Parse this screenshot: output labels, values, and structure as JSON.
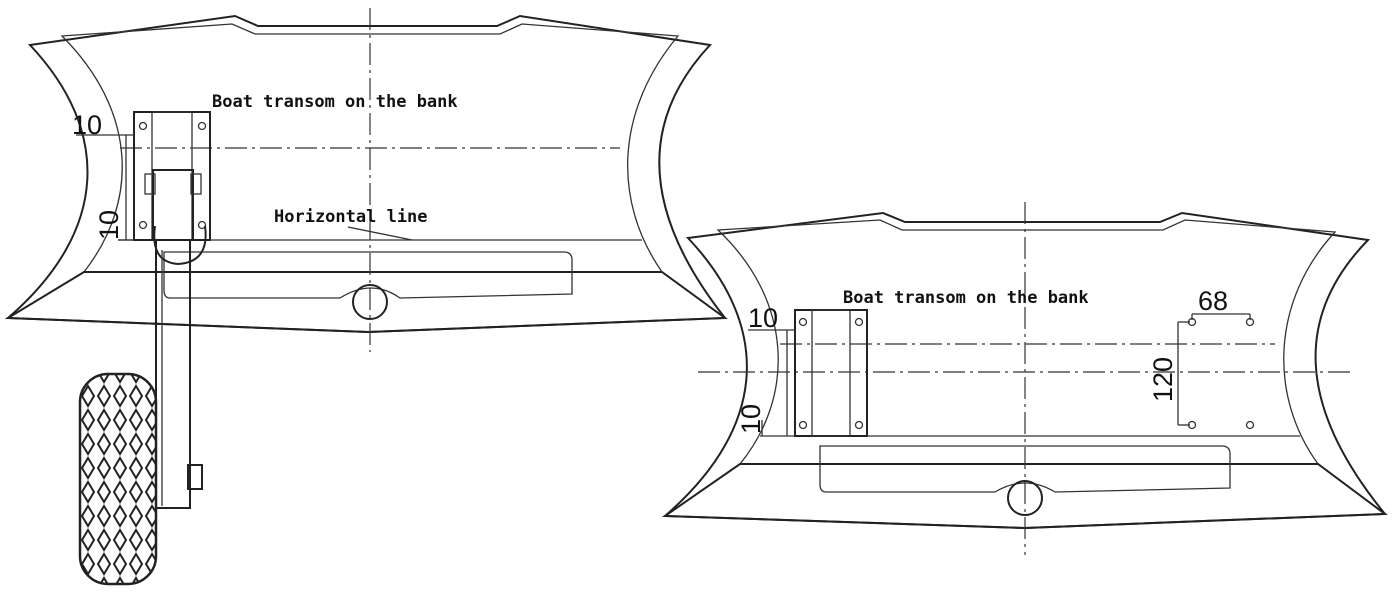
{
  "left_view": {
    "title": "Boat transom on the bank",
    "horizontal_label": "Horizontal line",
    "dim_top": "10",
    "dim_side": "10"
  },
  "right_view": {
    "title": "Boat transom on the bank",
    "dim_top": "10",
    "dim_side": "10",
    "dim_width": "68",
    "dim_height": "120"
  }
}
